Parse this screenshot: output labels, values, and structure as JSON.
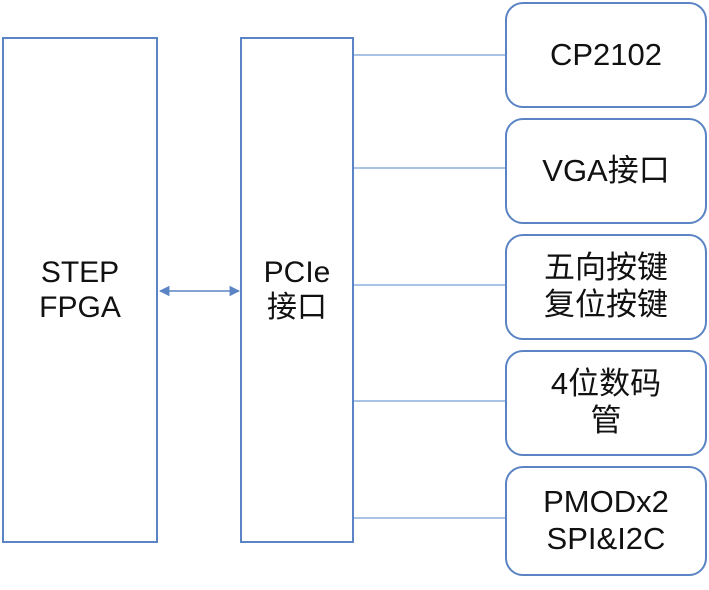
{
  "fpga_box": {
    "line1": "STEP",
    "line2": "FPGA"
  },
  "pcie_box": {
    "line1": "PCIe",
    "line2": "接口"
  },
  "peripherals": [
    {
      "line1": "CP2102",
      "line2": ""
    },
    {
      "line1": "VGA接口",
      "line2": ""
    },
    {
      "line1": "五向按键",
      "line2": "复位按键"
    },
    {
      "line1": "4位数码",
      "line2": "管"
    },
    {
      "line1": "PMODx2",
      "line2": "SPI&I2C"
    }
  ],
  "colors": {
    "border": "#5b84c4",
    "line": "#8eaedb",
    "text": "#111111"
  }
}
